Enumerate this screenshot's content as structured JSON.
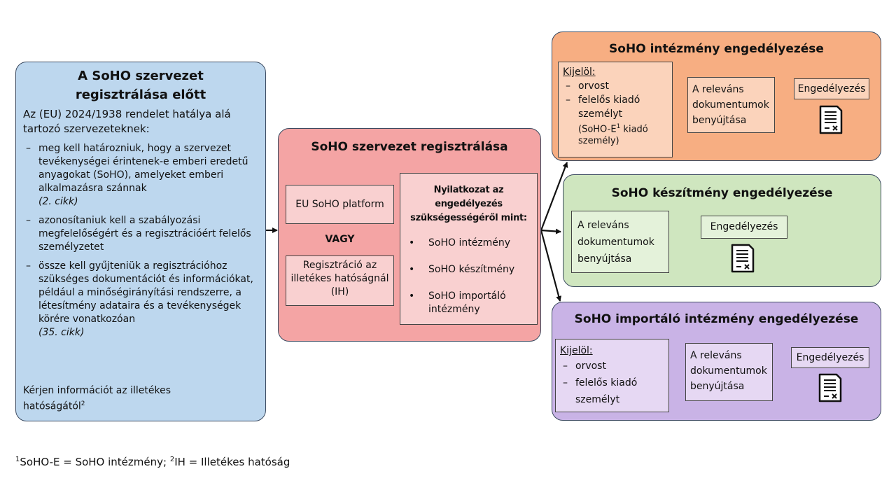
{
  "left_panel": {
    "title_line1": "A SoHO szervezet",
    "title_line2": "regisztrálása előtt",
    "intro": "Az (EU) 2024/1938 rendelet hatálya alá tartozó szervezeteknek:",
    "items": [
      {
        "text": "meg kell határozniuk, hogy a szervezet tevékenységei érintenek-e emberi eredetű anyagokat (SoHO), amelyeket emberi alkalmazásra szánnak",
        "ref": "(2. cikk)"
      },
      {
        "text": "azonosítaniuk kell a szabályozási megfelelőségért és a regisztrációért felelős személyzetet",
        "ref": ""
      },
      {
        "text": "össze kell gyűjteniük a regisztrációhoz szükséges dokumentációt és információkat, például a minőségirányítási rendszerre, a létesítmény adataira és a tevékenységek körére vonatkozóan",
        "ref": "(35. cikk)"
      }
    ],
    "footer_text": "Kérjen információt az illetékes hatóságától",
    "footer_sup": "2"
  },
  "middle_panel": {
    "title": "SoHO szervezet regisztrálása",
    "platform": "EU SoHO platform",
    "or": "VAGY",
    "authority": "Regisztráció az illetékes hatóságnál (IH)",
    "declaration_title": "Nyilatkozat az engedélyezés szükségességéről mint:",
    "declaration_items": [
      "SoHO intézmény",
      "SoHO készítmény",
      "SoHO importáló intézmény"
    ]
  },
  "panel_establishment": {
    "title": "SoHO intézmény engedélyezése",
    "designate_label": "Kijelöl:",
    "designate_items": [
      "orvost",
      "felelős kiadó személyt"
    ],
    "designate_note_pre": "(SoHO-E",
    "designate_note_sup": "1",
    "designate_note_post": " kiadó személy)",
    "docs": "A releváns dokumentumok benyújtása",
    "approval": "Engedélyezés"
  },
  "panel_preparation": {
    "title": "SoHO készítmény engedélyezése",
    "docs": "A releváns dokumentumok benyújtása",
    "approval": "Engedélyezés"
  },
  "panel_importing": {
    "title": "SoHO importáló intézmény engedélyezése",
    "designate_label": "Kijelöl:",
    "designate_items": [
      "orvost",
      "felelős kiadó személyt"
    ],
    "docs": "A releváns dokumentumok benyújtása",
    "approval": "Engedélyezés"
  },
  "footnote": {
    "sup1": "1",
    "text1": "SoHO-E = SoHO intézmény; ",
    "sup2": "2",
    "text2": "IH = Illetékes hatóság"
  },
  "colors": {
    "left_fill": "#bdd7ee",
    "middle_fill": "#f4a4a4",
    "middle_inner": "#f9d0d0",
    "orange_fill": "#f7ae82",
    "orange_inner": "#fbd3bb",
    "green_fill": "#cfe6bf",
    "purple_fill": "#c9b3e6",
    "purple_inner": "#e6d8f3"
  },
  "icons": [
    "arrow-icon",
    "document-icon"
  ]
}
